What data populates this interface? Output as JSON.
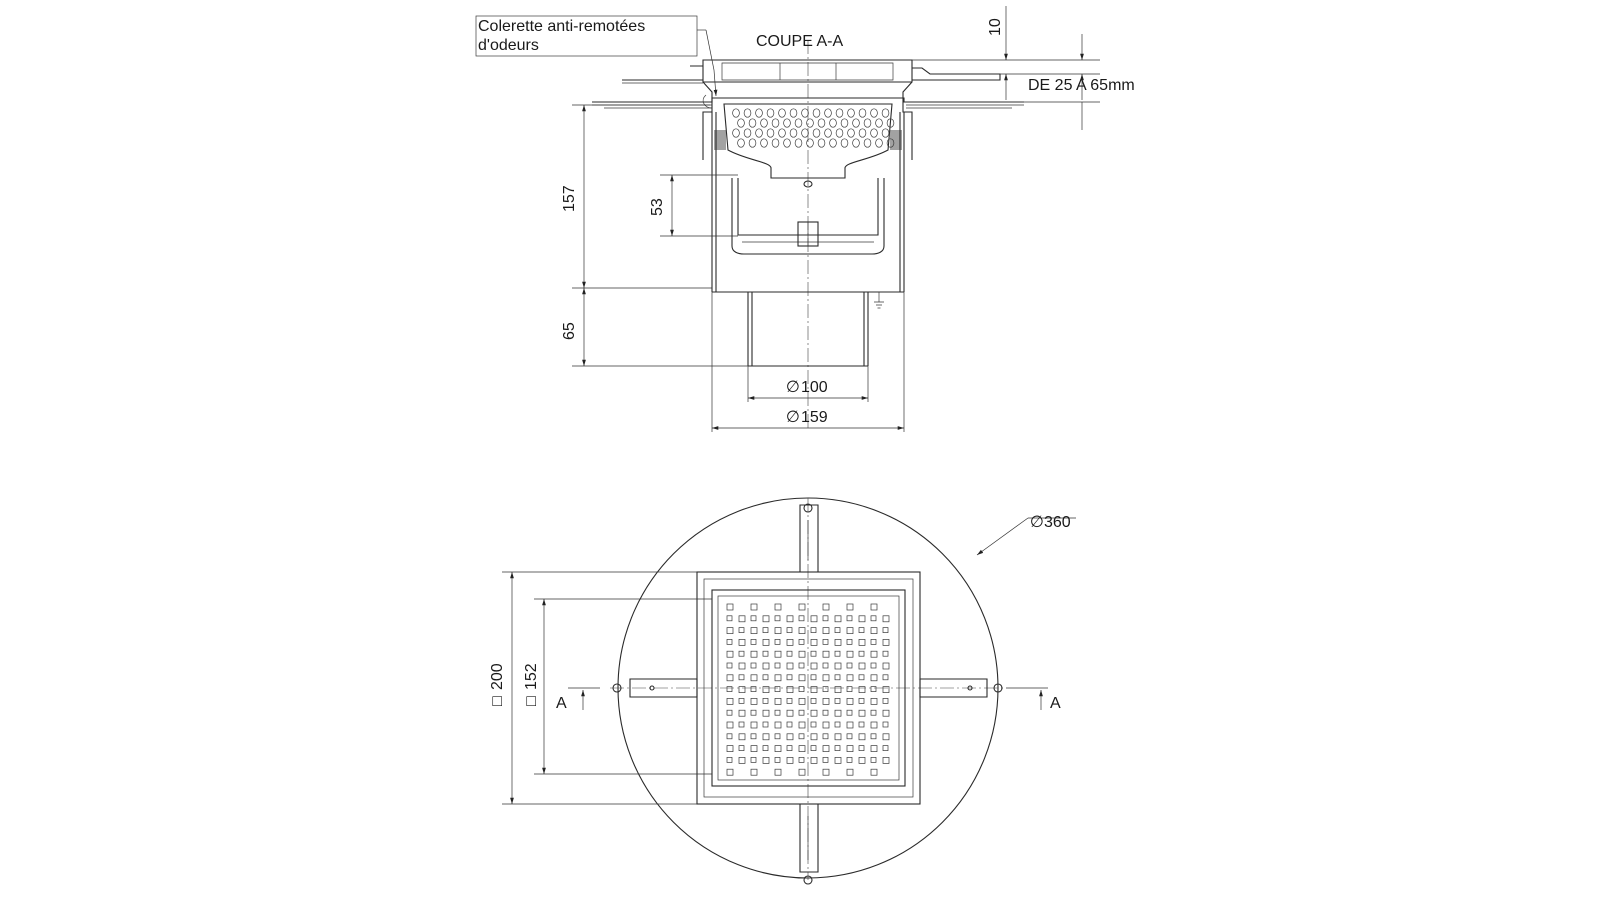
{
  "section_view": {
    "title": "COUPE A-A",
    "callout_label_line1": "Colerette anti-remotées",
    "callout_label_line2": "d'odeurs",
    "dim_top_thickness": "10",
    "dim_range": "DE 25 A 65mm",
    "dim_height_body": "157",
    "dim_height_trap": "53",
    "dim_height_outlet": "65",
    "dim_outlet_diameter": "100",
    "dim_body_diameter": "159"
  },
  "plan_view": {
    "dim_flange_diameter": "360",
    "dim_frame_outer": "200",
    "dim_grate": "152",
    "section_marker_left": "A",
    "section_marker_right": "A"
  },
  "symbols": {
    "diameter": "∅",
    "square": "□"
  }
}
